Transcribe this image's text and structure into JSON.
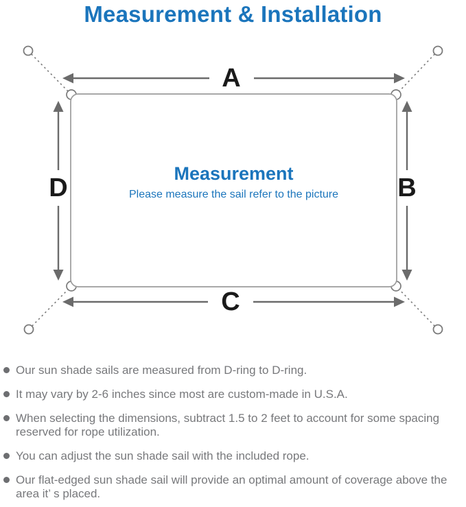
{
  "title": "Measurement & Installation",
  "colors": {
    "accent_blue": "#1b75bc",
    "label_black": "#1a1a1a",
    "line_gray": "#6b6b6b",
    "outline_gray": "#9c9c9c",
    "rope_gray": "#7a7a7a",
    "text_gray": "#77787b",
    "bullet_gray": "#6d6e71"
  },
  "diagram": {
    "dimension_labels": {
      "top": "A",
      "right": "B",
      "bottom": "C",
      "left": "D"
    },
    "center_heading": "Measurement",
    "center_subtitle": "Please measure the sail refer to the picture"
  },
  "notes": [
    "Our sun shade sails are measured from D-ring to D-ring.",
    "It may vary by 2-6 inches since most are custom-made in U.S.A.",
    "When selecting the dimensions, subtract 1.5 to 2 feet to account for some spacing reserved for rope utilization.",
    "You can adjust the sun shade sail with the included rope.",
    "Our flat-edged sun shade sail will provide an optimal amount of coverage above the area it’ s placed."
  ]
}
